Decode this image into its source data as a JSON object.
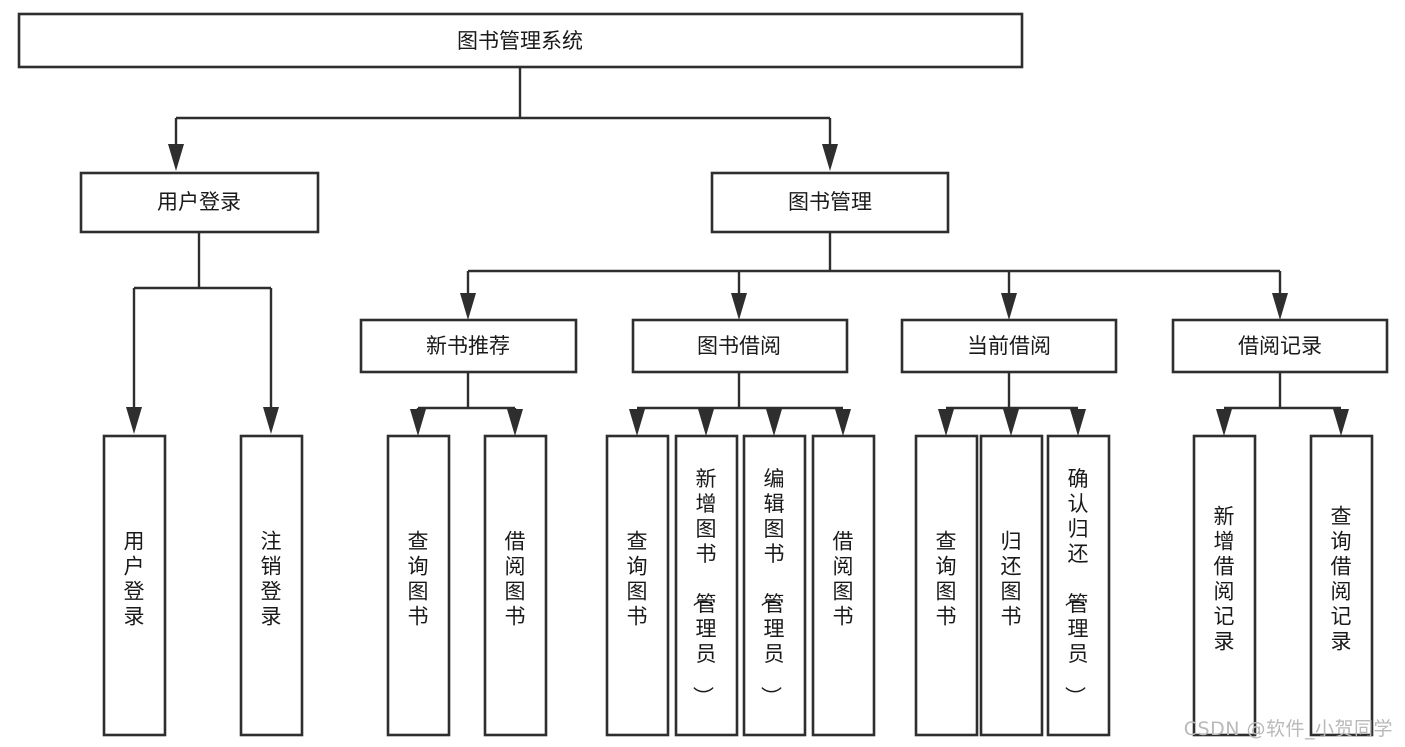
{
  "diagram": {
    "type": "tree-hierarchy",
    "title": "图书管理系统",
    "watermark": "CSDN @软件_小贺同学",
    "colors": {
      "box_stroke": "#2e2e2e",
      "box_fill": "#ffffff",
      "connector": "#2e2e2e",
      "text": "#1a1a1a",
      "background": "#ffffff",
      "watermark": "#b9b9b9"
    }
  },
  "root": {
    "label": "图书管理系统"
  },
  "level2": [
    {
      "label": "用户登录"
    },
    {
      "label": "图书管理"
    }
  ],
  "level3": [
    {
      "label": "新书推荐"
    },
    {
      "label": "图书借阅"
    },
    {
      "label": "当前借阅"
    },
    {
      "label": "借阅记录"
    }
  ],
  "leaves": {
    "user_login": [
      {
        "label": "用户登录"
      },
      {
        "label": "注销登录"
      }
    ],
    "new_book_recommend": [
      {
        "label": "查询图书"
      },
      {
        "label": "借阅图书"
      }
    ],
    "book_borrow": [
      {
        "label": "查询图书"
      },
      {
        "label": "新增图书（管理员）"
      },
      {
        "label": "编辑图书（管理员）"
      },
      {
        "label": "借阅图书"
      }
    ],
    "current_borrow": [
      {
        "label": "查询图书"
      },
      {
        "label": "归还图书"
      },
      {
        "label": "确认归还（管理员）"
      }
    ],
    "borrow_record": [
      {
        "label": "新增借阅记录"
      },
      {
        "label": "查询借阅记录"
      }
    ]
  }
}
